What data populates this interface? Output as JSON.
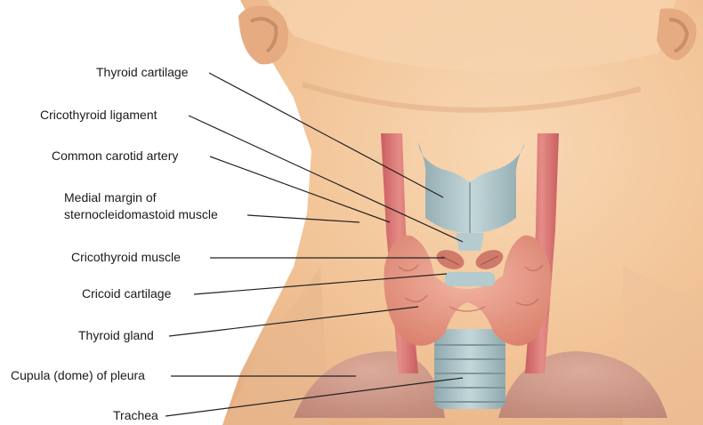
{
  "labels": {
    "thyroid_cartilage": "Thyroid cartilage",
    "cricothyroid_ligament": "Cricothyroid ligament",
    "common_carotid_artery": "Common carotid artery",
    "medial_margin_line1": "Medial margin of",
    "medial_margin_line2": "sternocleidomastoid muscle",
    "cricothyroid_muscle": "Cricothyroid muscle",
    "cricoid_cartilage": "Cricoid cartilage",
    "thyroid_gland": "Thyroid gland",
    "cupula_of_pleura": "Cupula (dome) of pleura",
    "trachea": "Trachea"
  },
  "colors": {
    "skin": "#f3c79c",
    "skin_shadow": "#e2ad82",
    "skin_light": "#f9dcbd",
    "artery": "#d4706f",
    "thyroid_gland": "#e89a86",
    "cartilage": "#a9c3c8",
    "trachea": "#9db8bd",
    "pleura": "#c99286",
    "leader_line": "#222222"
  }
}
